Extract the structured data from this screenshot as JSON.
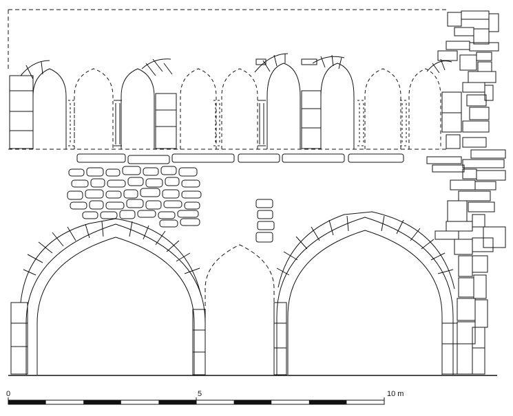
{
  "scale_bar": {
    "labels": [
      "0",
      "5",
      "10 m"
    ],
    "ticks_m": [
      0,
      5,
      10
    ],
    "segment_m": 1
  },
  "colors": {
    "ink": "#111111",
    "paper": "#ffffff"
  }
}
